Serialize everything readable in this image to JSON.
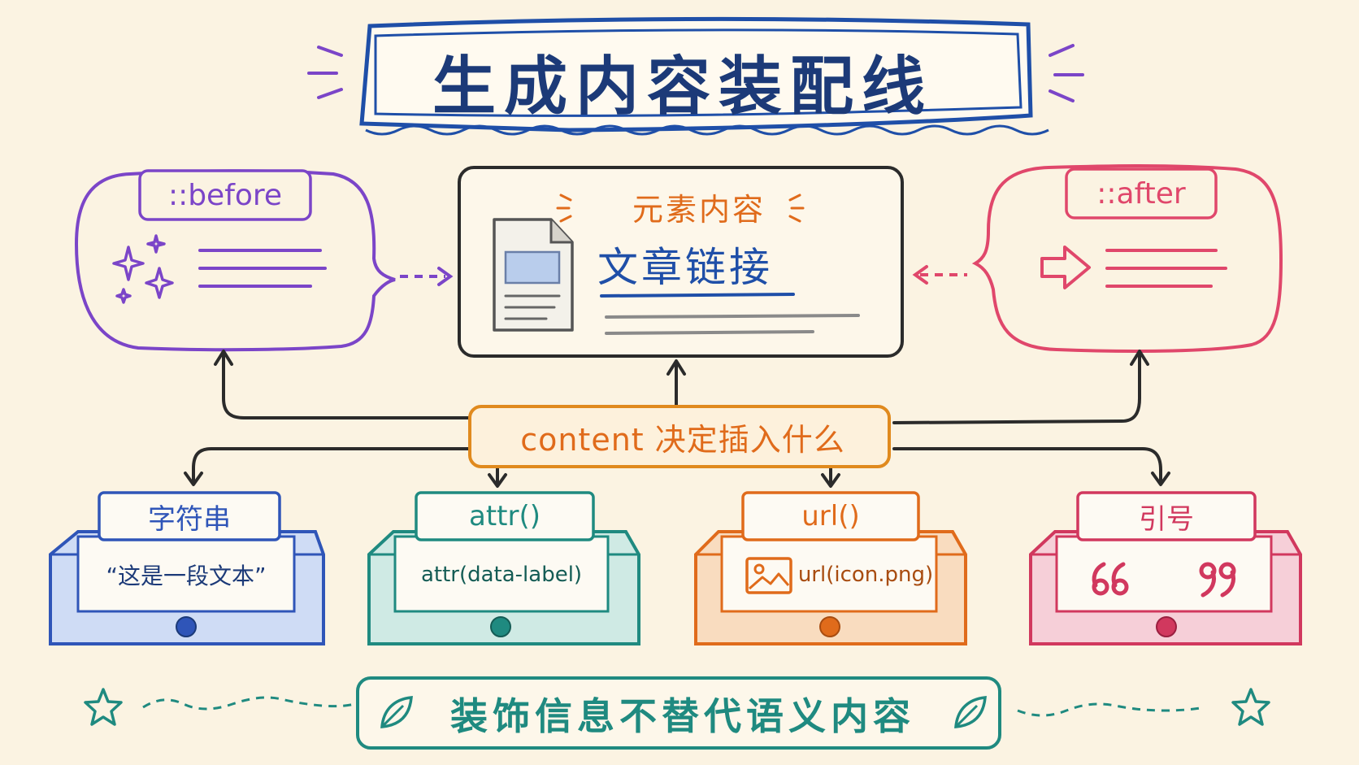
{
  "title": "生成内容装配线",
  "before": {
    "label": "::before"
  },
  "after": {
    "label": "::after"
  },
  "element": {
    "heading": "元素内容",
    "link_text": "文章链接"
  },
  "content_box": {
    "label": "content 决定插入什么"
  },
  "cards": [
    {
      "title": "字符串",
      "text": "“这是一段文本”",
      "color": "#2f55b8"
    },
    {
      "title": "attr()",
      "text": "attr(data-label)",
      "color": "#1f8a80"
    },
    {
      "title": "url()",
      "text": "url(icon.png)",
      "color": "#e06b1b"
    },
    {
      "title": "引号",
      "text": "",
      "color": "#d1385e"
    }
  ],
  "footer": {
    "text": "装饰信息不替代语义内容"
  },
  "colors": {
    "before": "#7b45c8",
    "after": "#e0476b",
    "center": "#2b2b2b",
    "content": "#e08a1e",
    "title": "#1f4fa8",
    "footer": "#1f8a80"
  },
  "icons": {
    "before": "sparkle-icon",
    "after": "arrow-right-icon",
    "element": "document-icon",
    "url_card": "image-icon",
    "quote_card": "quote-marks-icon",
    "footer_left": "leaf-icon",
    "footer_right": "leaf-icon",
    "corner": "star-icon"
  }
}
